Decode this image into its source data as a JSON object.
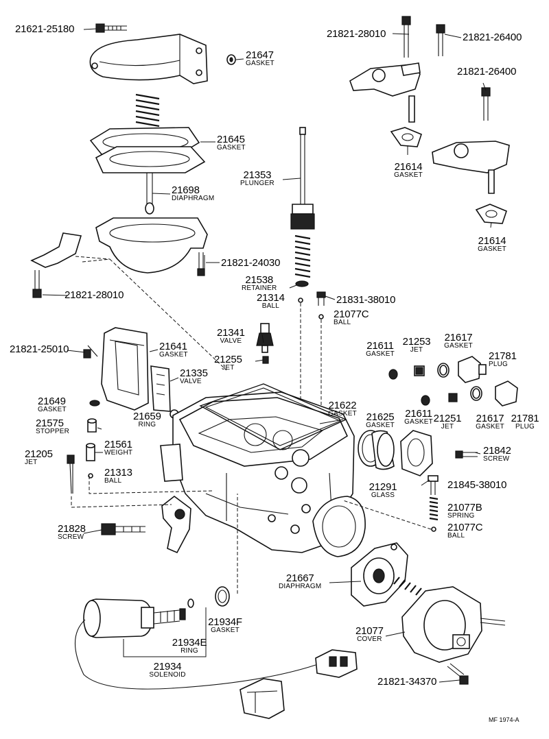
{
  "labels": {
    "l01": {
      "num": "21621-25180",
      "sub": ""
    },
    "l02": {
      "num": "21647",
      "sub": "GASKET"
    },
    "l03": {
      "num": "21645",
      "sub": "GASKET"
    },
    "l04": {
      "num": "21698",
      "sub": "DIAPHRAGM"
    },
    "l05": {
      "num": "21821-24030",
      "sub": ""
    },
    "l06": {
      "num": "21821-28010",
      "sub": ""
    },
    "l07": {
      "num": "21821-28010",
      "sub": ""
    },
    "l08": {
      "num": "21821-26400",
      "sub": ""
    },
    "l09": {
      "num": "21821-26400",
      "sub": ""
    },
    "l10": {
      "num": "21614",
      "sub": "GASKET"
    },
    "l11": {
      "num": "21614",
      "sub": "GASKET"
    },
    "l12": {
      "num": "21353",
      "sub": "PLUNGER"
    },
    "l13": {
      "num": "21538",
      "sub": "RETAINER"
    },
    "l14": {
      "num": "21314",
      "sub": "BALL"
    },
    "l15": {
      "num": "21831-38010",
      "sub": ""
    },
    "l16": {
      "num": "21077C",
      "sub": "BALL"
    },
    "l17": {
      "num": "21341",
      "sub": "VALVE"
    },
    "l18": {
      "num": "21255",
      "sub": "JET"
    },
    "l19": {
      "num": "21821-25010",
      "sub": ""
    },
    "l20": {
      "num": "21641",
      "sub": "GASKET"
    },
    "l21": {
      "num": "21335",
      "sub": "VALVE"
    },
    "l22": {
      "num": "21611",
      "sub": "GASKET"
    },
    "l23": {
      "num": "21253",
      "sub": "JET"
    },
    "l24": {
      "num": "21617",
      "sub": "GASKET"
    },
    "l25": {
      "num": "21781",
      "sub": "PLUG"
    },
    "l26": {
      "num": "21649",
      "sub": "GASKET"
    },
    "l27": {
      "num": "21575",
      "sub": "STOPPER"
    },
    "l28": {
      "num": "21659",
      "sub": "RING"
    },
    "l29": {
      "num": "21622",
      "sub": "GASKET"
    },
    "l30": {
      "num": "21625",
      "sub": "GASKET"
    },
    "l31": {
      "num": "21611",
      "sub": "GASKET"
    },
    "l32": {
      "num": "21251",
      "sub": "JET"
    },
    "l33": {
      "num": "21617",
      "sub": "GASKET"
    },
    "l34": {
      "num": "21781",
      "sub": "PLUG"
    },
    "l35": {
      "num": "21561",
      "sub": "WEIGHT"
    },
    "l36": {
      "num": "21205",
      "sub": "JET"
    },
    "l37": {
      "num": "21313",
      "sub": "BALL"
    },
    "l38": {
      "num": "21842",
      "sub": "SCREW"
    },
    "l39": {
      "num": "21291",
      "sub": "GLASS"
    },
    "l40": {
      "num": "21845-38010",
      "sub": ""
    },
    "l41": {
      "num": "21077B",
      "sub": "SPRING"
    },
    "l42": {
      "num": "21077C",
      "sub": "BALL"
    },
    "l43": {
      "num": "21828",
      "sub": "SCREW"
    },
    "l44": {
      "num": "21667",
      "sub": "DIAPHRAGM"
    },
    "l45": {
      "num": "21934F",
      "sub": "GASKET"
    },
    "l46": {
      "num": "21934E",
      "sub": "RING"
    },
    "l47": {
      "num": "21077",
      "sub": "COVER"
    },
    "l48": {
      "num": "21934",
      "sub": "SOLENOID"
    },
    "l49": {
      "num": "21821-34370",
      "sub": ""
    }
  },
  "footer": "MF 1974-A"
}
